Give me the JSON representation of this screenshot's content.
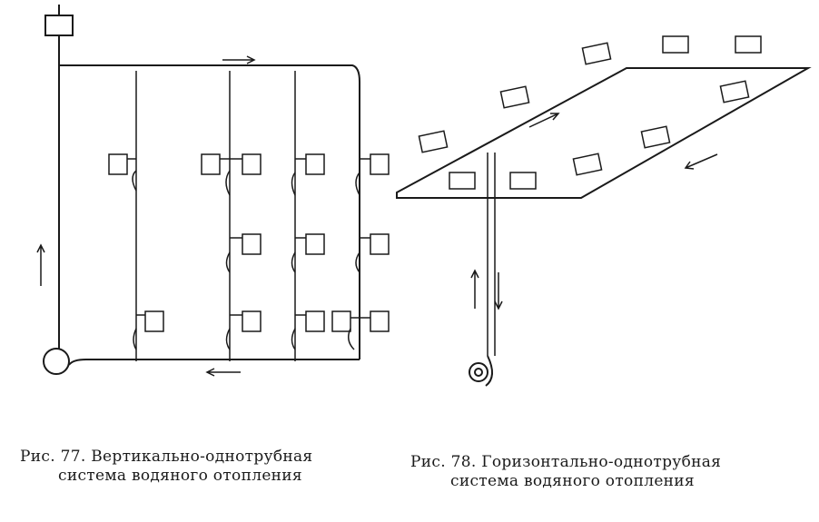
{
  "figures": [
    {
      "number_label": "Рис. 77.",
      "title_line1": "Вертикально-однотрубная",
      "title_line2": "система водяного отопления"
    },
    {
      "number_label": "Рис. 78.",
      "title_line1": "Горизонтально-однотрубная",
      "title_line2": "система водяного отопления"
    }
  ],
  "colors": {
    "ink": "#1a1a1a",
    "paper": "#ffffff"
  }
}
